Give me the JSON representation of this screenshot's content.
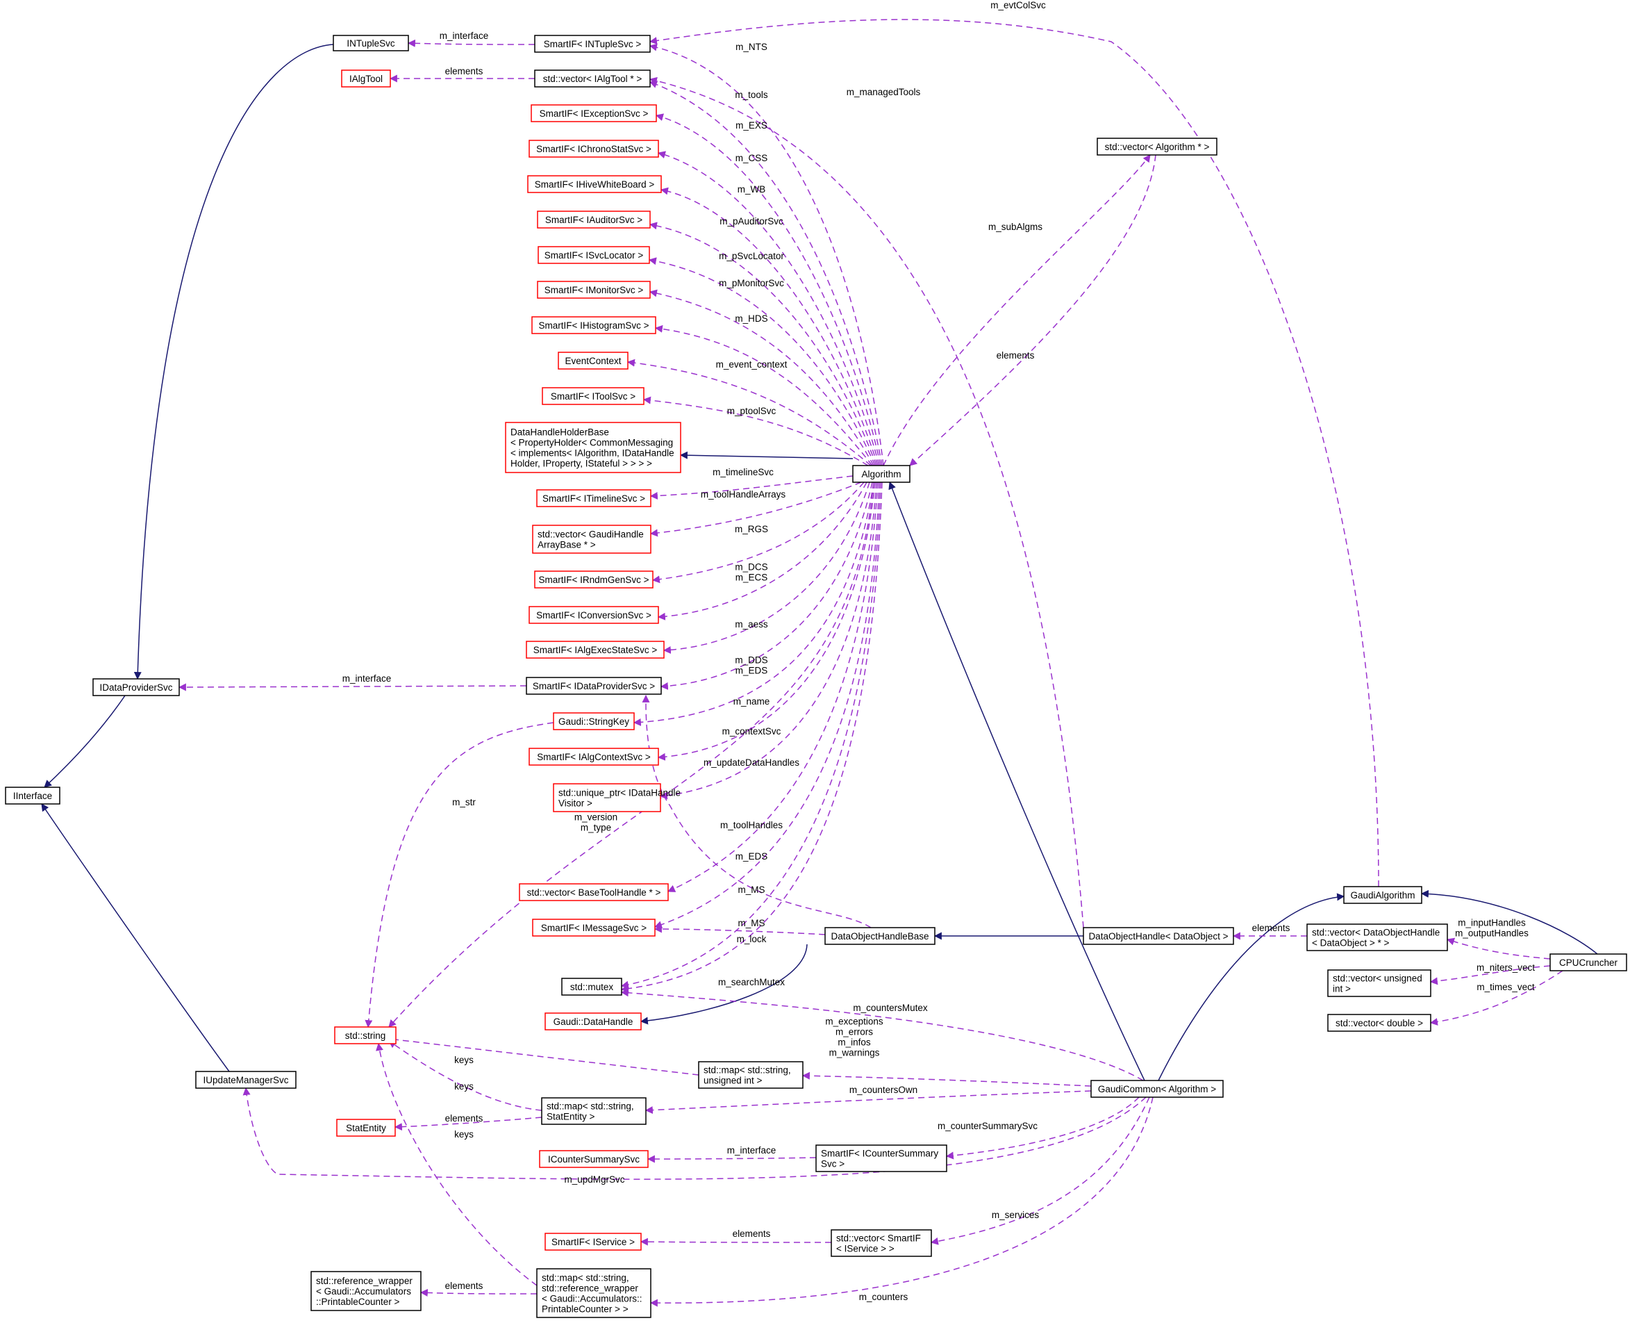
{
  "colors": {
    "border_documented": "#000000",
    "border_undocumented": "#ff0000",
    "highlight_fill": "#bfbfbf",
    "inheritance_edge": "#191970",
    "usage_edge": "#9a32cd"
  },
  "nodes": {
    "INTupleSvc": {
      "lines": [
        "INTupleSvc"
      ]
    },
    "IAlgTool": {
      "lines": [
        "IAlgTool"
      ]
    },
    "IDataProviderSvc": {
      "lines": [
        "IDataProviderSvc"
      ]
    },
    "IInterface": {
      "lines": [
        "IInterface"
      ]
    },
    "IUpdateManagerSvc": {
      "lines": [
        "IUpdateManagerSvc"
      ]
    },
    "RefWrapper": {
      "lines": [
        "std::reference_wrapper",
        "< Gaudi::Accumulators",
        "::PrintableCounter >"
      ]
    },
    "SmartIF_INTupleSvc": {
      "lines": [
        "SmartIF< INTupleSvc >"
      ]
    },
    "VecIAlgTool": {
      "lines": [
        "std::vector< IAlgTool * >"
      ]
    },
    "SmartIF_IExceptionSvc": {
      "lines": [
        "SmartIF< IExceptionSvc >"
      ]
    },
    "SmartIF_IChronoStatSvc": {
      "lines": [
        "SmartIF< IChronoStatSvc >"
      ]
    },
    "SmartIF_IHiveWhiteBoard": {
      "lines": [
        "SmartIF< IHiveWhiteBoard >"
      ]
    },
    "SmartIF_IAuditorSvc": {
      "lines": [
        "SmartIF< IAuditorSvc >"
      ]
    },
    "SmartIF_ISvcLocator": {
      "lines": [
        "SmartIF< ISvcLocator >"
      ]
    },
    "SmartIF_IMonitorSvc": {
      "lines": [
        "SmartIF< IMonitorSvc >"
      ]
    },
    "SmartIF_IHistogramSvc": {
      "lines": [
        "SmartIF< IHistogramSvc >"
      ]
    },
    "EventContext": {
      "lines": [
        "EventContext"
      ]
    },
    "SmartIF_IToolSvc": {
      "lines": [
        "SmartIF< IToolSvc >"
      ]
    },
    "DataHandleHolderBase": {
      "lines": [
        "DataHandleHolderBase",
        "< PropertyHolder< CommonMessaging",
        "< implements< IAlgorithm, IDataHandle",
        "Holder, IProperty, IStateful > > > >"
      ]
    },
    "SmartIF_ITimelineSvc": {
      "lines": [
        "SmartIF< ITimelineSvc >"
      ]
    },
    "VecGaudiHandleArrayBase": {
      "lines": [
        "std::vector< GaudiHandle",
        "ArrayBase * >"
      ]
    },
    "SmartIF_IRndmGenSvc": {
      "lines": [
        "SmartIF< IRndmGenSvc >"
      ]
    },
    "SmartIF_IConversionSvc": {
      "lines": [
        "SmartIF< IConversionSvc >"
      ]
    },
    "SmartIF_IAlgExecStateSvc": {
      "lines": [
        "SmartIF< IAlgExecStateSvc >"
      ]
    },
    "SmartIF_IDataProviderSvc": {
      "lines": [
        "SmartIF< IDataProviderSvc >"
      ]
    },
    "Gaudi_StringKey": {
      "lines": [
        "Gaudi::StringKey"
      ]
    },
    "SmartIF_IAlgContextSvc": {
      "lines": [
        "SmartIF< IAlgContextSvc >"
      ]
    },
    "UniquePtrVisitor": {
      "lines": [
        "std::unique_ptr< IDataHandle",
        "Visitor >"
      ]
    },
    "VecBaseToolHandle": {
      "lines": [
        "std::vector< BaseToolHandle * >"
      ]
    },
    "SmartIF_IMessageSvc": {
      "lines": [
        "SmartIF< IMessageSvc >"
      ]
    },
    "StdMutex": {
      "lines": [
        "std::mutex"
      ]
    },
    "Gaudi_DataHandle": {
      "lines": [
        "Gaudi::DataHandle"
      ]
    },
    "StdString": {
      "lines": [
        "std::string"
      ]
    },
    "StatEntity": {
      "lines": [
        "StatEntity"
      ]
    },
    "ICounterSummarySvc": {
      "lines": [
        "ICounterSummarySvc"
      ]
    },
    "SmartIF_IService": {
      "lines": [
        "SmartIF< IService >"
      ]
    },
    "MapPrintableCounter": {
      "lines": [
        "std::map< std::string,",
        "std::reference_wrapper",
        "< Gaudi::Accumulators::",
        "PrintableCounter > >"
      ]
    },
    "MapStringUInt": {
      "lines": [
        "std::map< std::string,",
        "unsigned int >"
      ]
    },
    "MapStringStatEntity": {
      "lines": [
        "std::map< std::string,",
        "StatEntity >"
      ]
    },
    "SmartIF_ICounterSummarySvc": {
      "lines": [
        "SmartIF< ICounterSummary",
        "Svc >"
      ]
    },
    "VecSmartIFIService": {
      "lines": [
        "std::vector< SmartIF",
        "< IService > >"
      ]
    },
    "Algorithm": {
      "lines": [
        "Algorithm"
      ]
    },
    "DataObjectHandleBase": {
      "lines": [
        "DataObjectHandleBase"
      ]
    },
    "VecAlgorithm": {
      "lines": [
        "std::vector< Algorithm * >"
      ]
    },
    "DataObjectHandle": {
      "lines": [
        "DataObjectHandle< DataObject >"
      ]
    },
    "GaudiCommon": {
      "lines": [
        "GaudiCommon< Algorithm >"
      ]
    },
    "GaudiAlgorithm": {
      "lines": [
        "GaudiAlgorithm"
      ]
    },
    "VecDataObjectHandle": {
      "lines": [
        "std::vector< DataObjectHandle",
        "< DataObject > * >"
      ]
    },
    "VecUnsignedInt": {
      "lines": [
        "std::vector< unsigned",
        "int >"
      ]
    },
    "VecDouble": {
      "lines": [
        "std::vector< double >"
      ]
    },
    "CPUCruncher": {
      "lines": [
        "CPUCruncher"
      ]
    }
  },
  "edge_labels": {
    "m_interface_ntuple": [
      "m_interface"
    ],
    "elements_algtool": [
      "elements"
    ],
    "m_interface_dataprovider": [
      "m_interface"
    ],
    "m_evtColSvc": [
      "m_evtColSvc"
    ],
    "m_NTS": [
      "m_NTS"
    ],
    "m_managedTools": [
      "m_managedTools"
    ],
    "m_tools": [
      "m_tools"
    ],
    "m_EXS": [
      "m_EXS"
    ],
    "m_CSS": [
      "m_CSS"
    ],
    "m_WB": [
      "m_WB"
    ],
    "m_pAuditorSvc": [
      "m_pAuditorSvc"
    ],
    "m_pSvcLocator": [
      "m_pSvcLocator"
    ],
    "m_pMonitorSvc": [
      "m_pMonitorSvc"
    ],
    "m_HDS": [
      "m_HDS"
    ],
    "m_event_context": [
      "m_event_context"
    ],
    "m_ptoolSvc": [
      "m_ptoolSvc"
    ],
    "m_timelineSvc": [
      "m_timelineSvc"
    ],
    "m_toolHandleArrays": [
      "m_toolHandleArrays"
    ],
    "m_RGS": [
      "m_RGS"
    ],
    "m_DCS_ECS": [
      "m_DCS",
      "m_ECS"
    ],
    "m_aess": [
      "m_aess"
    ],
    "m_DDS_EDS": [
      "m_DDS",
      "m_EDS"
    ],
    "m_name": [
      "m_name"
    ],
    "m_contextSvc": [
      "m_contextSvc"
    ],
    "m_updateDataHandles": [
      "m_updateDataHandles"
    ],
    "m_toolHandles": [
      "m_toolHandles"
    ],
    "m_EDS": [
      "m_EDS"
    ],
    "m_MS_alg": [
      "m_MS"
    ],
    "m_MS_dohb": [
      "m_MS"
    ],
    "m_lock": [
      "m_lock"
    ],
    "m_searchMutex": [
      "m_searchMutex"
    ],
    "m_countersMutex": [
      "m_countersMutex"
    ],
    "m_str": [
      "m_str"
    ],
    "m_version_type": [
      "m_version",
      "m_type"
    ],
    "m_subAlgms": [
      "m_subAlgms"
    ],
    "elements_algorithm": [
      "elements"
    ],
    "elements_dataobjecthandle": [
      "elements"
    ],
    "m_inputHandles_outputHandles": [
      "m_inputHandles",
      "m_outputHandles"
    ],
    "m_niters_vect": [
      "m_niters_vect"
    ],
    "m_times_vect": [
      "m_times_vect"
    ],
    "keys_uint": [
      "keys"
    ],
    "keys_statentity": [
      "keys"
    ],
    "keys_counter": [
      "keys"
    ],
    "elements_statentity": [
      "elements"
    ],
    "m_exceptions_group": [
      "m_exceptions",
      "m_errors",
      "m_infos",
      "m_warnings"
    ],
    "m_countersOwn": [
      "m_countersOwn"
    ],
    "m_counterSummarySvc": [
      "m_counterSummarySvc"
    ],
    "m_interface_counter": [
      "m_interface"
    ],
    "m_updMgrSvc": [
      "m_updMgrSvc"
    ],
    "m_services": [
      "m_services"
    ],
    "elements_service": [
      "elements"
    ],
    "elements_refwrapper": [
      "elements"
    ],
    "m_counters": [
      "m_counters"
    ]
  }
}
